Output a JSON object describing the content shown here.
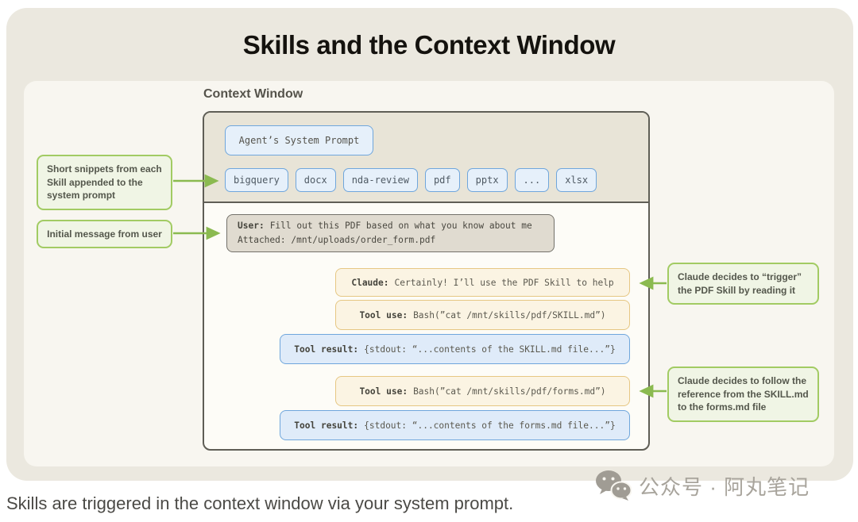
{
  "title": "Skills and the Context Window",
  "caption": "Skills are triggered in the context window via your system prompt.",
  "watermark": {
    "icon": "wechat-icon",
    "text": "公众号 · 阿丸笔记"
  },
  "colors": {
    "green_accent": "#a2cb63",
    "arrow_green": "#8bba50",
    "blue_accent": "#6fa6dc",
    "orange_accent": "#e6c783",
    "card_bg": "#ebe8df",
    "cw_top_bg": "#e8e4d7"
  },
  "context_window": {
    "label": "Context Window",
    "system_prompt": "Agent’s System Prompt",
    "skills": [
      "bigquery",
      "docx",
      "nda-review",
      "pdf",
      "pptx",
      "...",
      "xlsx"
    ],
    "user_message": {
      "label": "User:",
      "text": "Fill out this PDF based on what you know about me",
      "attachment": "Attached: /mnt/uploads/order_form.pdf"
    },
    "claude_message": {
      "label": "Claude:",
      "text": "Certainly! I’ll use the PDF Skill to help"
    },
    "tool_use_skill": {
      "label": "Tool use:",
      "text": "Bash(”cat /mnt/skills/pdf/SKILL.md”)"
    },
    "tool_result_skill": {
      "label": "Tool result:",
      "text": "{stdout: “...contents of the SKILL.md file...”}"
    },
    "tool_use_forms": {
      "label": "Tool use:",
      "text": "Bash(”cat /mnt/skills/pdf/forms.md”)"
    },
    "tool_result_forms": {
      "label": "Tool result:",
      "text": "{stdout: “...contents of the forms.md file...”}"
    }
  },
  "callouts": {
    "left_top": "Short snippets from each Skill appended to the system prompt",
    "left_bottom": "Initial message from user",
    "right_top": "Claude decides to “trigger” the PDF Skill by reading it",
    "right_bottom": "Claude decides to follow the reference from the SKILL.md to the forms.md file"
  }
}
